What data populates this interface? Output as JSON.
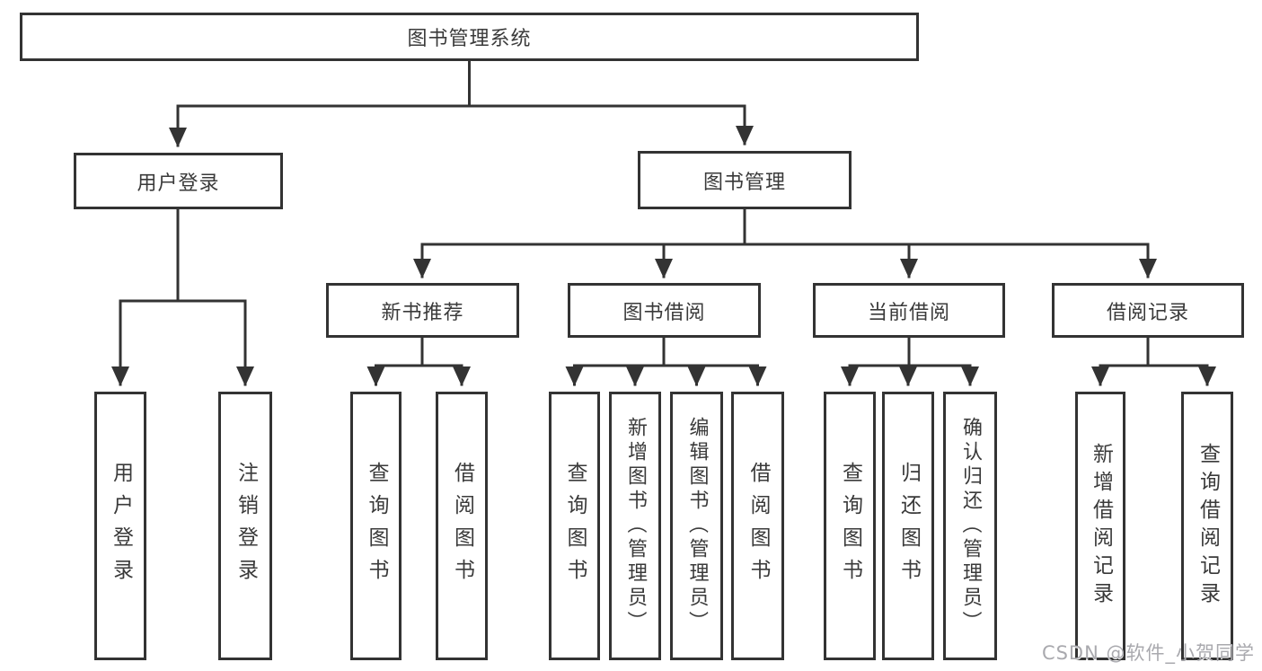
{
  "diagram": {
    "title_node": {
      "label": "图书管理系统"
    },
    "level2": [
      {
        "id": "user-login",
        "label": "用户登录"
      },
      {
        "id": "book-management",
        "label": "图书管理"
      }
    ],
    "level3": [
      {
        "id": "new-book-recommend",
        "label": "新书推荐",
        "parent": "图书管理"
      },
      {
        "id": "book-borrow",
        "label": "图书借阅",
        "parent": "图书管理"
      },
      {
        "id": "current-borrow",
        "label": "当前借阅",
        "parent": "图书管理"
      },
      {
        "id": "borrow-records",
        "label": "借阅记录",
        "parent": "图书管理"
      }
    ],
    "leaves": [
      {
        "label": "用户登录",
        "parent": "用户登录"
      },
      {
        "label": "注销登录",
        "parent": "用户登录"
      },
      {
        "label": "查询图书",
        "parent": "新书推荐"
      },
      {
        "label": "借阅图书",
        "parent": "新书推荐"
      },
      {
        "label": "查询图书",
        "parent": "图书借阅"
      },
      {
        "label": "新增图书（管理员）",
        "parent": "图书借阅"
      },
      {
        "label": "编辑图书（管理员）",
        "parent": "图书借阅"
      },
      {
        "label": "借阅图书",
        "parent": "图书借阅"
      },
      {
        "label": "查询图书",
        "parent": "当前借阅"
      },
      {
        "label": "归还图书",
        "parent": "当前借阅"
      },
      {
        "label": "确认归还（管理员）",
        "parent": "当前借阅"
      },
      {
        "label": "新增借阅记录",
        "parent": "借阅记录"
      },
      {
        "label": "查询借阅记录",
        "parent": "借阅记录"
      }
    ],
    "colors": {
      "line": "#333333",
      "box_border": "#333333",
      "text": "#3a3a3a",
      "watermark": "#a9a9ae",
      "background": "#ffffff"
    }
  },
  "watermark": {
    "text": "CSDN @软件_小贺同学"
  }
}
